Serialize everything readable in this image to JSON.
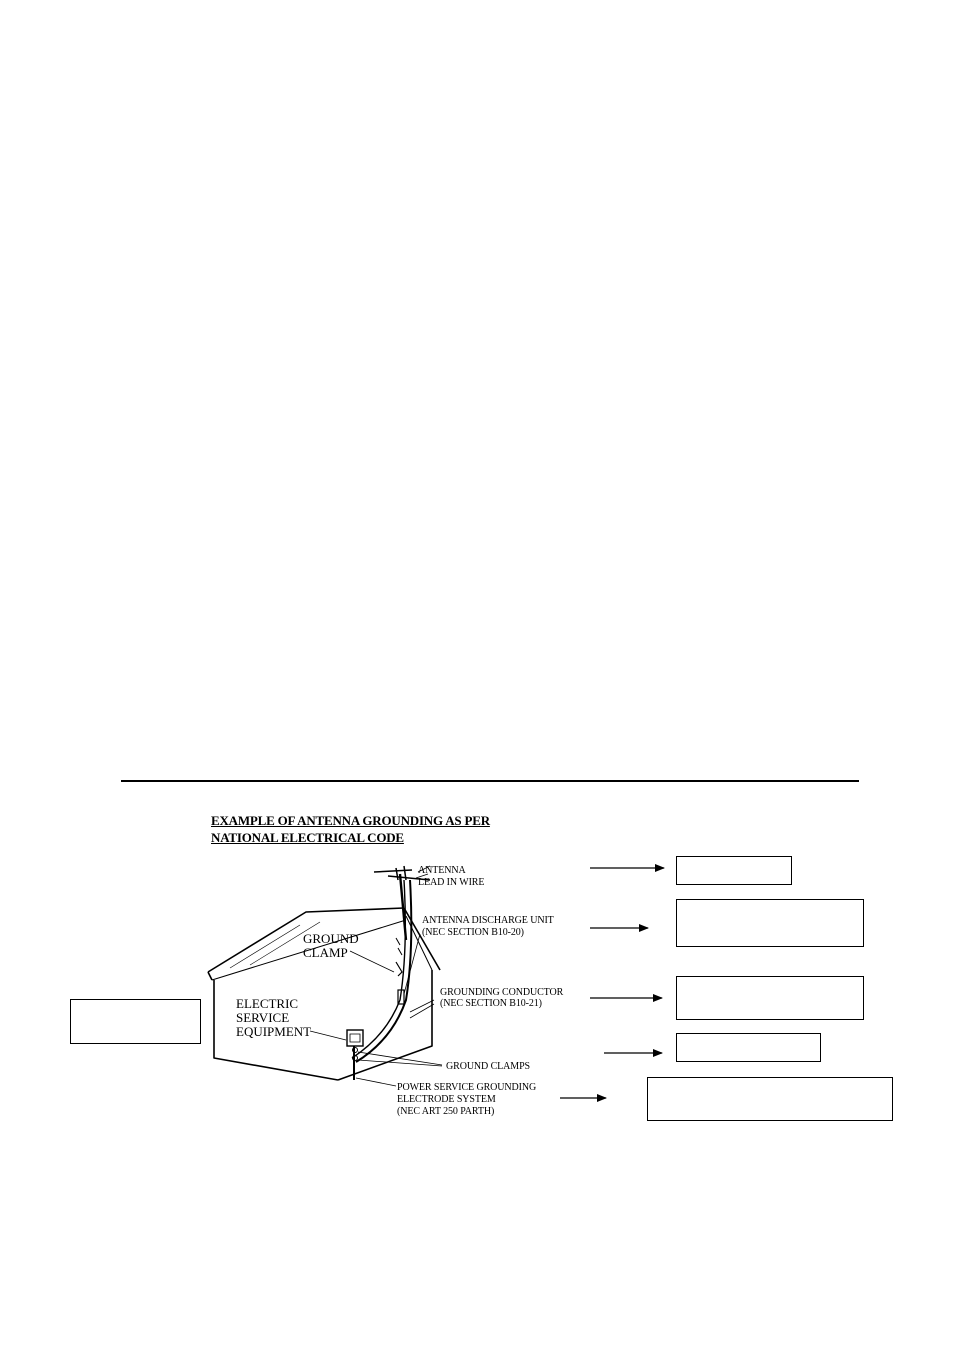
{
  "title": {
    "line1": "EXAMPLE OF ANTENNA GROUNDING AS PER",
    "line2": "NATIONAL ELECTRICAL CODE"
  },
  "labels": {
    "antenna": "ANTENNA",
    "lead_in_wire": "LEAD IN WIRE",
    "discharge_unit": "ANTENNA DISCHARGE UNIT",
    "discharge_unit_ref": "(NEC SECTION B10-20)",
    "ground_clamp_1": "GROUND",
    "ground_clamp_2": "CLAMP",
    "grounding_conductor": "GROUNDING CONDUCTOR",
    "grounding_conductor_ref": "(NEC SECTION B10-21)",
    "electric_1": "ELECTRIC",
    "electric_2": "SERVICE",
    "electric_3": "EQUIPMENT",
    "ground_clamps": "GROUND CLAMPS",
    "power_service_1": "POWER SERVICE GROUNDING",
    "power_service_2": "ELECTRODE SYSTEM",
    "power_service_3": "(NEC ART 250 PARTH)"
  }
}
